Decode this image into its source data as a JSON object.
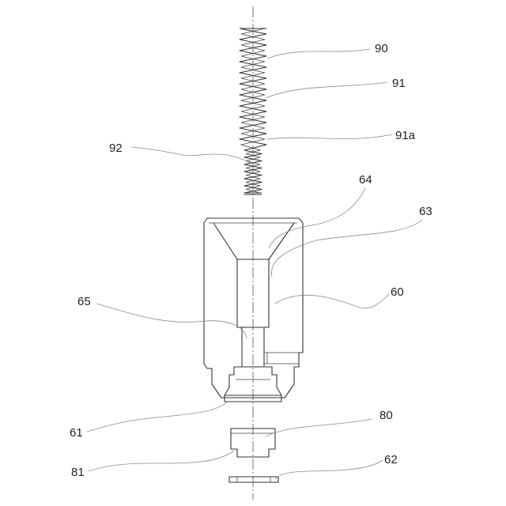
{
  "figure": {
    "reference_labels": [
      "90",
      "91",
      "91a",
      "92",
      "64",
      "63",
      "65",
      "60",
      "61",
      "80",
      "81",
      "62"
    ]
  },
  "labels": {
    "l90": "90",
    "l91": "91",
    "l91a": "91a",
    "l92": "92",
    "l64": "64",
    "l63": "63",
    "l65": "65",
    "l60": "60",
    "l61": "61",
    "l80": "80",
    "l81": "81",
    "l62": "62"
  },
  "colors": {
    "line": "#333333",
    "leader": "#8a8a8a",
    "background": "#ffffff"
  }
}
